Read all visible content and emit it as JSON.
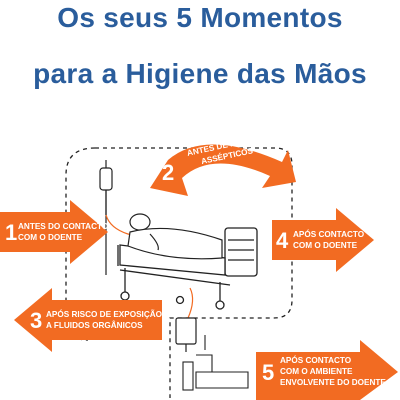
{
  "title": {
    "line1": "Os seus 5 Momentos",
    "line2": "para a Higiene das Mãos"
  },
  "colors": {
    "title": "#2a5d9c",
    "arrow": "#f26b22",
    "text_on_arrow": "#ffffff",
    "line": "#222222"
  },
  "moments": [
    {
      "number": "1",
      "line1": "ANTES DO CONTACTO",
      "line2": "COM O DOENTE"
    },
    {
      "number": "2",
      "line1": "ANTES DE PROCEDIMENTOS",
      "line2": "ASSÉPTICOS"
    },
    {
      "number": "3",
      "line1": "APÓS RISCO DE EXPOSIÇÃO",
      "line2": "A FLUIDOS ORGÂNICOS"
    },
    {
      "number": "4",
      "line1": "APÓS CONTACTO",
      "line2": "COM O DOENTE"
    },
    {
      "number": "5",
      "line1": "APÓS CONTACTO",
      "line2": "COM O AMBIENTE",
      "line3": "ENVOLVENTE DO DOENTE"
    }
  ]
}
